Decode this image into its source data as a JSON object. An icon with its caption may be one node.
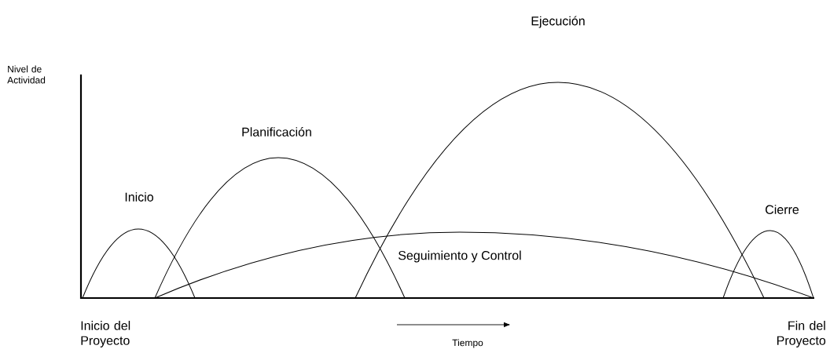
{
  "diagram": {
    "labels": [
      "Nivel de Actividad",
      "Ejecución",
      "Planificación",
      "Inicio",
      "Cierre",
      "Seguimiento y Control",
      "Inicio del Proyecto",
      "Tiempo",
      "Fin del Proyecto"
    ]
  }
}
